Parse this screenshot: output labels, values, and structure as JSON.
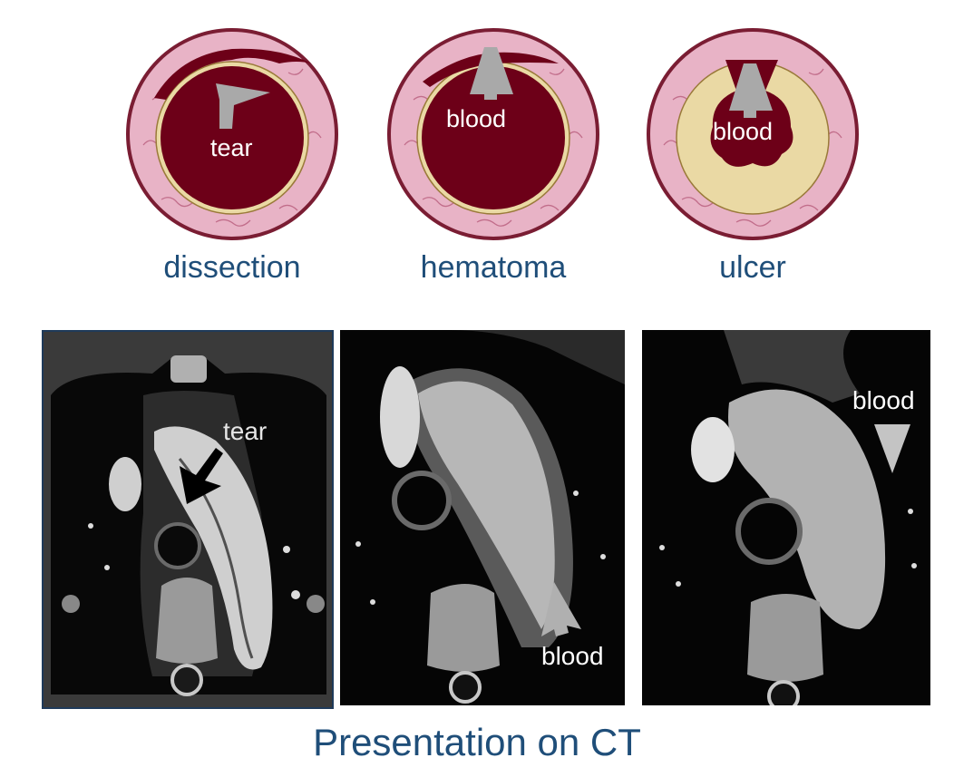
{
  "diagrams": [
    {
      "caption": "dissection",
      "label": "tear"
    },
    {
      "caption": "hematoma",
      "label": "blood"
    },
    {
      "caption": "ulcer",
      "label": "blood"
    }
  ],
  "ct_images": [
    {
      "label": "tear"
    },
    {
      "label": "blood"
    },
    {
      "label": "blood"
    }
  ],
  "footer": "Presentation on CT",
  "colors": {
    "caption_blue": "#1f4e79",
    "wall_outer": "#e8b3c6",
    "wall_stroke": "#7a1d33",
    "lumen": "#6d0018",
    "plaque": "#ead9a4"
  }
}
